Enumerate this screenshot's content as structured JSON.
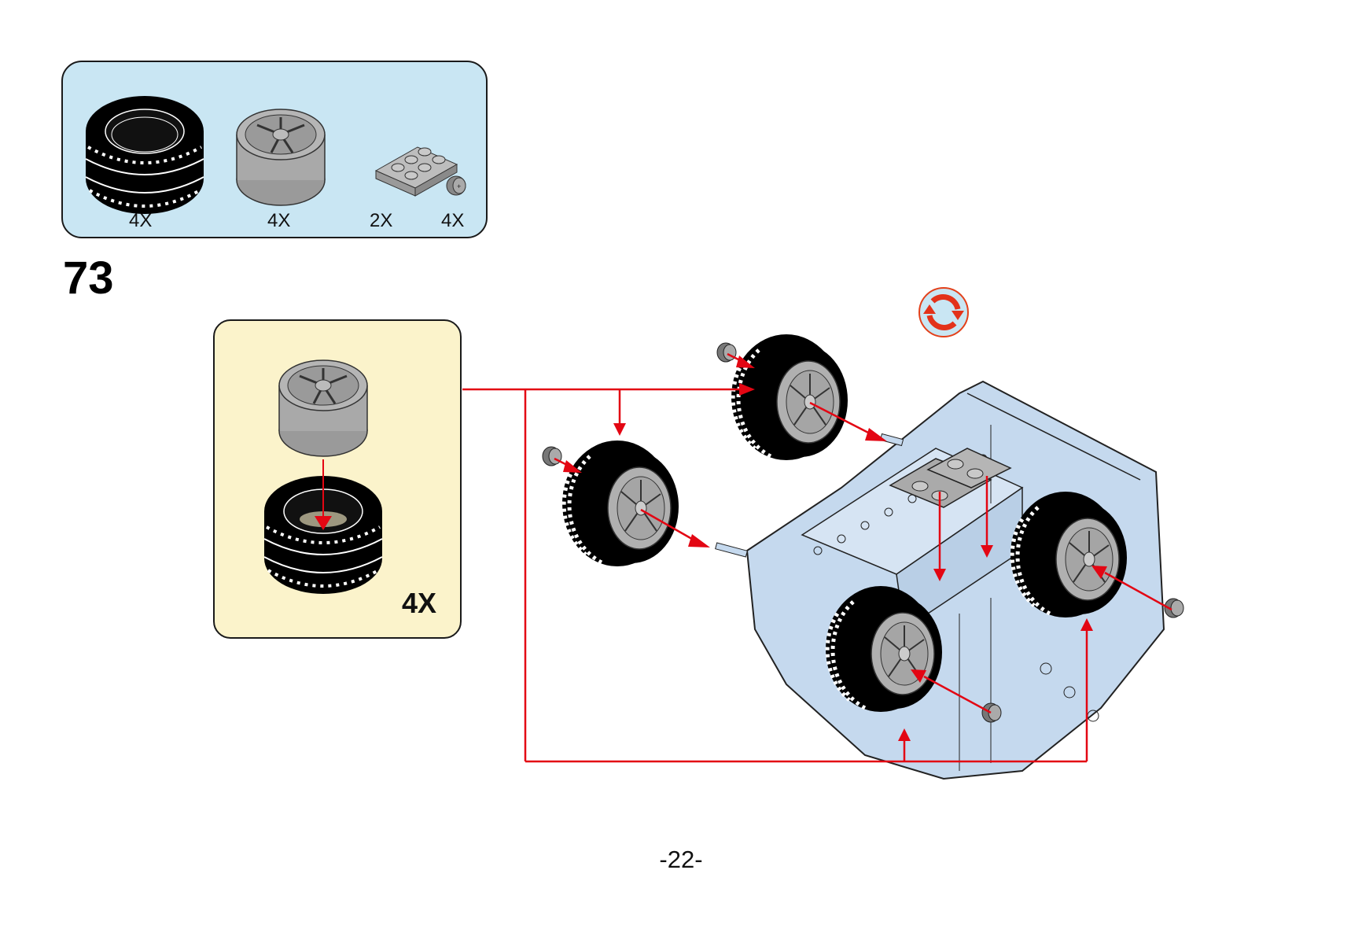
{
  "page": {
    "step_number": "73",
    "page_number": "-22-"
  },
  "parts_list": {
    "items": [
      {
        "name": "tire",
        "icon": "tire-icon",
        "quantity": "4X"
      },
      {
        "name": "wheel-rim",
        "icon": "wheel-rim-icon",
        "quantity": "4X"
      },
      {
        "name": "plate-2x3",
        "icon": "plate-icon",
        "quantity": "2X"
      },
      {
        "name": "bush",
        "icon": "bush-icon",
        "quantity": "4X"
      }
    ],
    "colors": {
      "background": "#c9e6f3"
    }
  },
  "sub_assembly": {
    "quantity": "4X",
    "description": "Insert wheel rim into tire",
    "colors": {
      "background": "#fbf3cb"
    }
  },
  "main_illustration": {
    "rotate_icon": "rotate-model-icon",
    "model_color": "#c5d9ee",
    "arrow_color": "#e30613",
    "wheels_attached": 4,
    "plates_attached": 2
  }
}
